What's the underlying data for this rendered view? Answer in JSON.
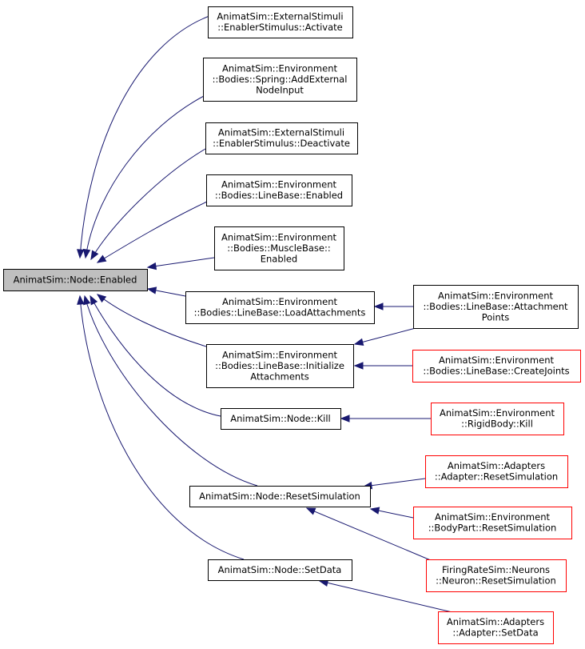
{
  "colors": {
    "edge": "#191970",
    "normal_border": "#000000",
    "truncated_border": "#ff0000",
    "root_fill": "#bfbfbf",
    "node_fill": "#ffffff"
  },
  "nodes": [
    {
      "id": "node-enabled",
      "lines": [
        "AnimatSim::Node::Enabled"
      ],
      "root": true,
      "truncated": false
    },
    {
      "id": "enabler-activate",
      "lines": [
        "AnimatSim::ExternalStimuli",
        "::EnablerStimulus::Activate"
      ],
      "truncated": false
    },
    {
      "id": "spring-addexternal",
      "lines": [
        "AnimatSim::Environment",
        "::Bodies::Spring::AddExternal",
        "NodeInput"
      ],
      "truncated": false
    },
    {
      "id": "enabler-deactivate",
      "lines": [
        "AnimatSim::ExternalStimuli",
        "::EnablerStimulus::Deactivate"
      ],
      "truncated": false
    },
    {
      "id": "linebase-enabled",
      "lines": [
        "AnimatSim::Environment",
        "::Bodies::LineBase::Enabled"
      ],
      "truncated": false
    },
    {
      "id": "musclebase-enabled",
      "lines": [
        "AnimatSim::Environment",
        "::Bodies::MuscleBase::",
        "Enabled"
      ],
      "truncated": false
    },
    {
      "id": "linebase-loadattachments",
      "lines": [
        "AnimatSim::Environment",
        "::Bodies::LineBase::LoadAttachments"
      ],
      "truncated": false
    },
    {
      "id": "linebase-initializeattachments",
      "lines": [
        "AnimatSim::Environment",
        "::Bodies::LineBase::Initialize",
        "Attachments"
      ],
      "truncated": false
    },
    {
      "id": "node-kill",
      "lines": [
        "AnimatSim::Node::Kill"
      ],
      "truncated": false
    },
    {
      "id": "node-resetsimulation",
      "lines": [
        "AnimatSim::Node::ResetSimulation"
      ],
      "truncated": false
    },
    {
      "id": "node-setdata",
      "lines": [
        "AnimatSim::Node::SetData"
      ],
      "truncated": false
    },
    {
      "id": "linebase-attachmentpoints",
      "lines": [
        "AnimatSim::Environment",
        "::Bodies::LineBase::Attachment",
        "Points"
      ],
      "truncated": false
    },
    {
      "id": "linebase-createjoints",
      "lines": [
        "AnimatSim::Environment",
        "::Bodies::LineBase::CreateJoints"
      ],
      "truncated": true
    },
    {
      "id": "rigidbody-kill",
      "lines": [
        "AnimatSim::Environment",
        "::RigidBody::Kill"
      ],
      "truncated": true
    },
    {
      "id": "adapter-resetsimulation",
      "lines": [
        "AnimatSim::Adapters",
        "::Adapter::ResetSimulation"
      ],
      "truncated": true
    },
    {
      "id": "bodypart-resetsimulation",
      "lines": [
        "AnimatSim::Environment",
        "::BodyPart::ResetSimulation"
      ],
      "truncated": true
    },
    {
      "id": "neuron-resetsimulation",
      "lines": [
        "FiringRateSim::Neurons",
        "::Neuron::ResetSimulation"
      ],
      "truncated": true
    },
    {
      "id": "adapter-setdata",
      "lines": [
        "AnimatSim::Adapters",
        "::Adapter::SetData"
      ],
      "truncated": true
    }
  ],
  "edges": [
    {
      "from": "enabler-activate",
      "to": "node-enabled"
    },
    {
      "from": "spring-addexternal",
      "to": "node-enabled"
    },
    {
      "from": "enabler-deactivate",
      "to": "node-enabled"
    },
    {
      "from": "linebase-enabled",
      "to": "node-enabled"
    },
    {
      "from": "musclebase-enabled",
      "to": "node-enabled"
    },
    {
      "from": "linebase-loadattachments",
      "to": "node-enabled"
    },
    {
      "from": "linebase-initializeattachments",
      "to": "node-enabled"
    },
    {
      "from": "node-kill",
      "to": "node-enabled"
    },
    {
      "from": "node-resetsimulation",
      "to": "node-enabled"
    },
    {
      "from": "node-setdata",
      "to": "node-enabled"
    },
    {
      "from": "linebase-attachmentpoints",
      "to": "linebase-loadattachments"
    },
    {
      "from": "linebase-attachmentpoints",
      "to": "linebase-initializeattachments"
    },
    {
      "from": "linebase-createjoints",
      "to": "linebase-initializeattachments"
    },
    {
      "from": "rigidbody-kill",
      "to": "node-kill"
    },
    {
      "from": "adapter-resetsimulation",
      "to": "node-resetsimulation"
    },
    {
      "from": "bodypart-resetsimulation",
      "to": "node-resetsimulation"
    },
    {
      "from": "neuron-resetsimulation",
      "to": "node-resetsimulation"
    },
    {
      "from": "adapter-setdata",
      "to": "node-setdata"
    }
  ]
}
